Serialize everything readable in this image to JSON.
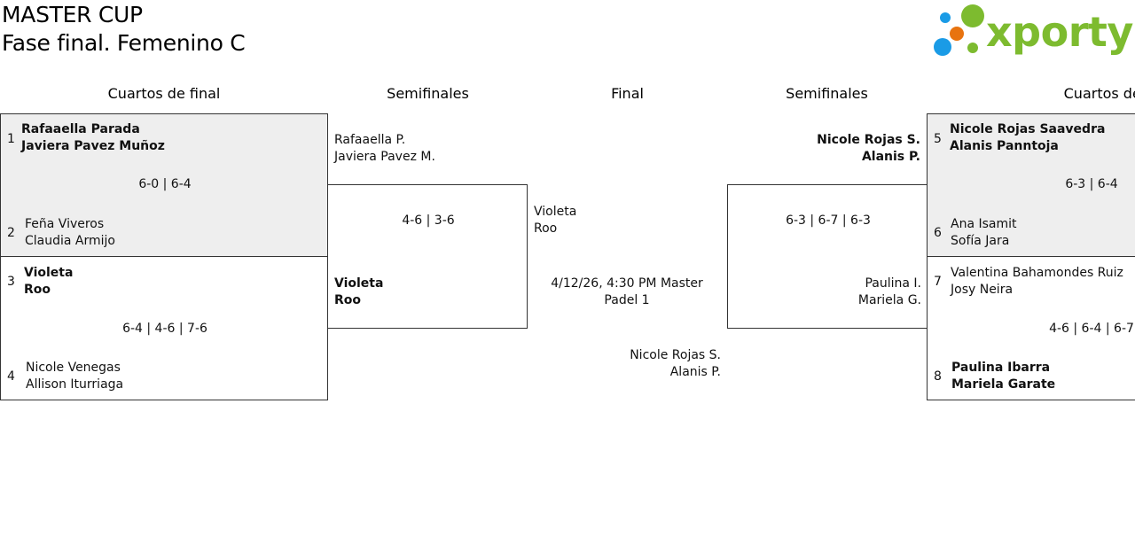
{
  "header": {
    "title": "MASTER CUP",
    "subtitle": "Fase final. Femenino C",
    "logo_text": "xporty"
  },
  "colors": {
    "logo_green": "#7dbb2f",
    "logo_blue": "#1a9be6",
    "logo_orange": "#e8730f",
    "box_grey": "#eeeeee",
    "border": "#333333"
  },
  "rounds": {
    "left_quarters": "Cuartos de final",
    "left_semis": "Semifinales",
    "final": "Final",
    "right_semis": "Semifinales",
    "right_quarters": "Cuartos de final"
  },
  "left_quarters": {
    "match1": {
      "seed_a": "1",
      "a1": "Rafaaella Parada",
      "a2": "Javiera Pavez Muñoz",
      "score": "6-0 | 6-4",
      "seed_b": "2",
      "b1": "Feña Viveros",
      "b2": "Claudia Armijo"
    },
    "match2": {
      "seed_a": "3",
      "a1": "Violeta",
      "a2": "Roo",
      "score": "6-4 | 4-6 | 7-6",
      "seed_b": "4",
      "b1": "Nicole Venegas",
      "b2": "Allison Iturriaga"
    }
  },
  "left_semi": {
    "a1": "Rafaaella P.",
    "a2": "Javiera Pavez M.",
    "score": "4-6 | 3-6",
    "b1": "Violeta",
    "b2": "Roo"
  },
  "final": {
    "a1": "Violeta",
    "a2": "Roo",
    "schedule": "4/12/26, 4:30 PM Master Padel 1",
    "b1": "Nicole Rojas S.",
    "b2": "Alanis P."
  },
  "right_semi": {
    "a1": "Nicole Rojas S.",
    "a2": "Alanis P.",
    "score": "6-3 | 6-7 | 6-3",
    "b1": "Paulina I.",
    "b2": "Mariela G."
  },
  "right_quarters": {
    "match1": {
      "seed_a": "5",
      "a1": "Nicole Rojas Saavedra",
      "a2": "Alanis Panntoja",
      "score": "6-3 | 6-4",
      "seed_b": "6",
      "b1": "Ana Isamit",
      "b2": "Sofía Jara"
    },
    "match2": {
      "seed_a": "7",
      "a1": "Valentina Bahamondes Ruiz",
      "a2": "Josy Neira",
      "score": "4-6 | 6-4 | 6-7",
      "seed_b": "8",
      "b1": "Paulina Ibarra",
      "b2": "Mariela Garate"
    }
  }
}
